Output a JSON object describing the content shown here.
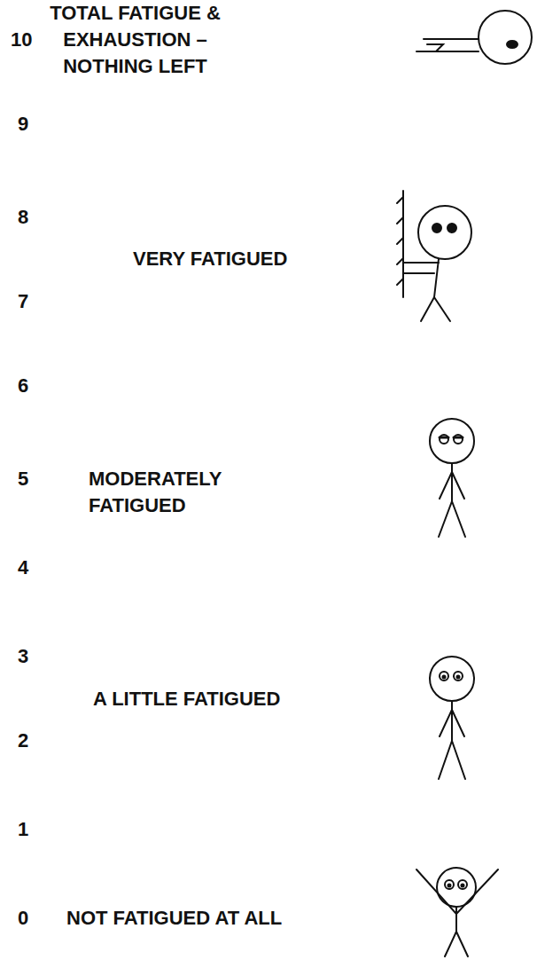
{
  "diagram": {
    "labels": [
      "10",
      "TOTAL FATIGUE & EXHAUSTION – NOTHING LEFT",
      "9",
      "8",
      "VERY FATIGUED",
      "7",
      "6",
      "5",
      "MODERATELY FATIGUED",
      "4",
      "3",
      "A LITTLE FATIGUED",
      "2",
      "1",
      "0",
      "NOT FATIGUED AT ALL"
    ]
  }
}
